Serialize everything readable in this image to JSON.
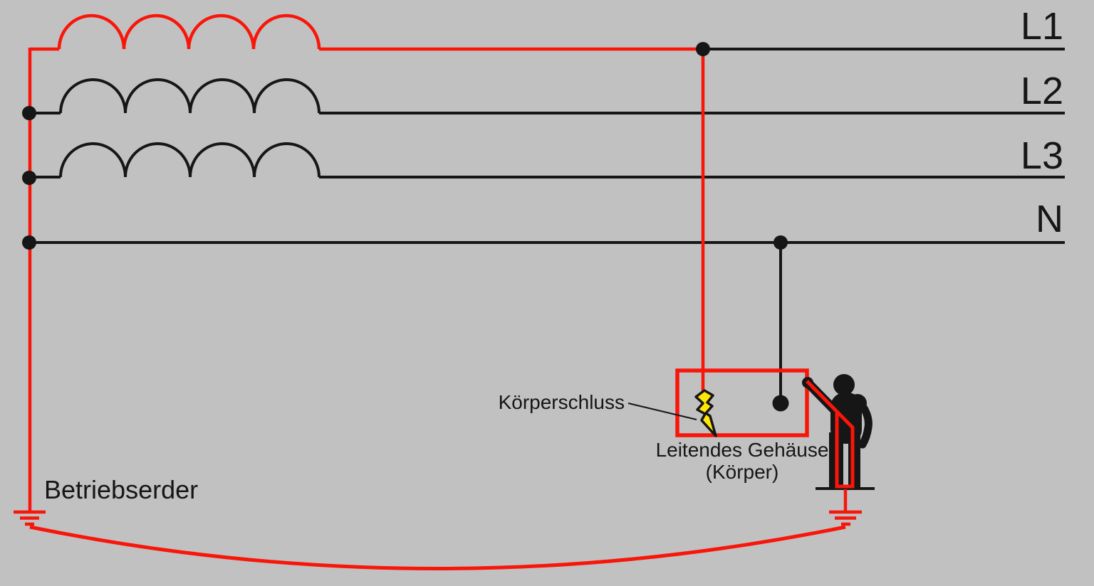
{
  "diagram": {
    "colors": {
      "background": "#C1C1C1",
      "ink": "#161616",
      "red": "#F8160A",
      "bolt_fill": "#FFE60A"
    },
    "line_labels": {
      "l1": "L1",
      "l2": "L2",
      "l3": "L3",
      "n": "N"
    },
    "annotations": {
      "operational_earth": "Betriebserder",
      "body_fault": "Körperschluss",
      "conductive_enclosure": "Leitendes Gehäuse",
      "body": "(Körper)"
    }
  }
}
